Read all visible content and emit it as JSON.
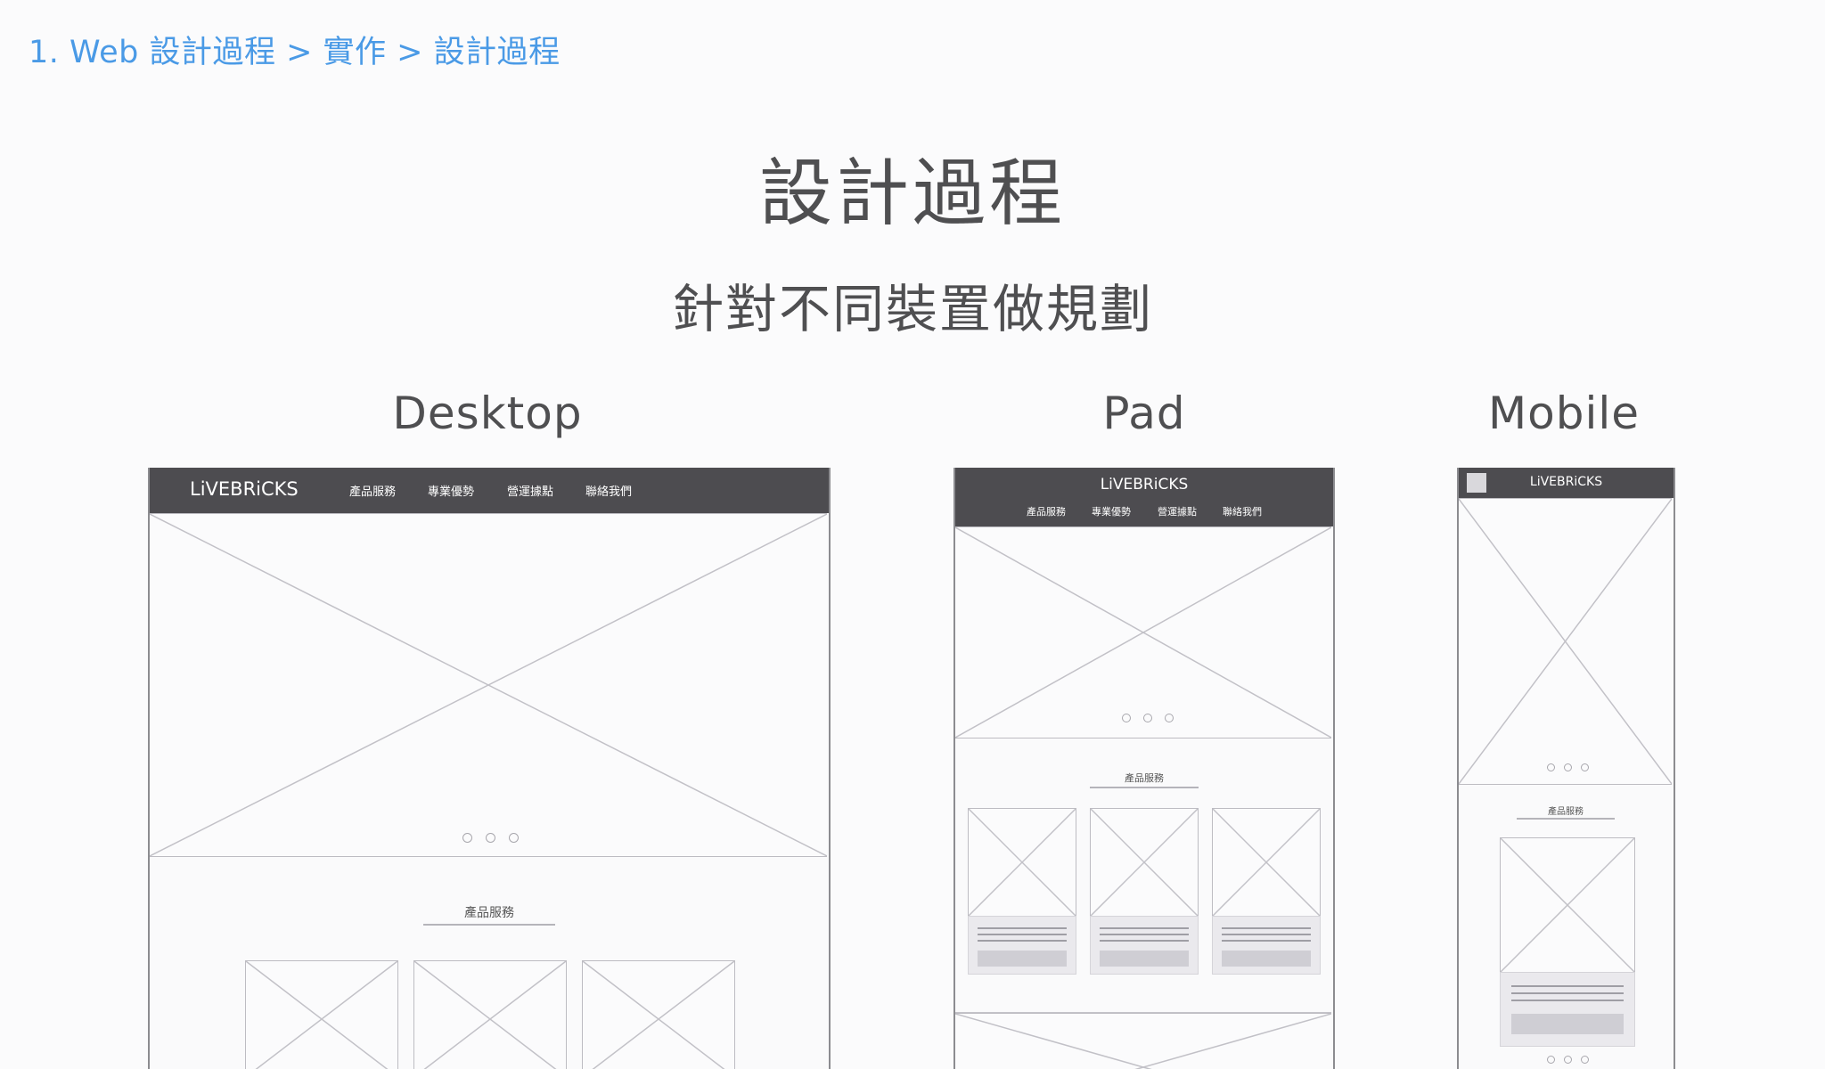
{
  "breadcrumb": "1. Web 設計過程 > 實作 > 設計過程",
  "title": "設計過程",
  "subtitle": "針對不同裝置做規劃",
  "devices": {
    "desktop": {
      "label": "Desktop",
      "logo": "LiVEBRiCKS",
      "nav": [
        "產品服務",
        "專業優勢",
        "營運據點",
        "聯絡我們"
      ],
      "section_title": "產品服務"
    },
    "pad": {
      "label": "Pad",
      "logo": "LiVEBRiCKS",
      "nav": [
        "產品服務",
        "專業優勢",
        "營運據點",
        "聯絡我們"
      ],
      "section_title": "產品服務"
    },
    "mobile": {
      "label": "Mobile",
      "logo": "LiVEBRiCKS",
      "section_title": "產品服務"
    }
  },
  "icons": {
    "placeholder": "image-placeholder-icon",
    "menu": "menu-icon",
    "carousel": "carousel-dots-icon"
  },
  "colors": {
    "breadcrumb": "#4a9ae6",
    "navbar": "#4d4c50",
    "background": "#fbfbfc"
  }
}
